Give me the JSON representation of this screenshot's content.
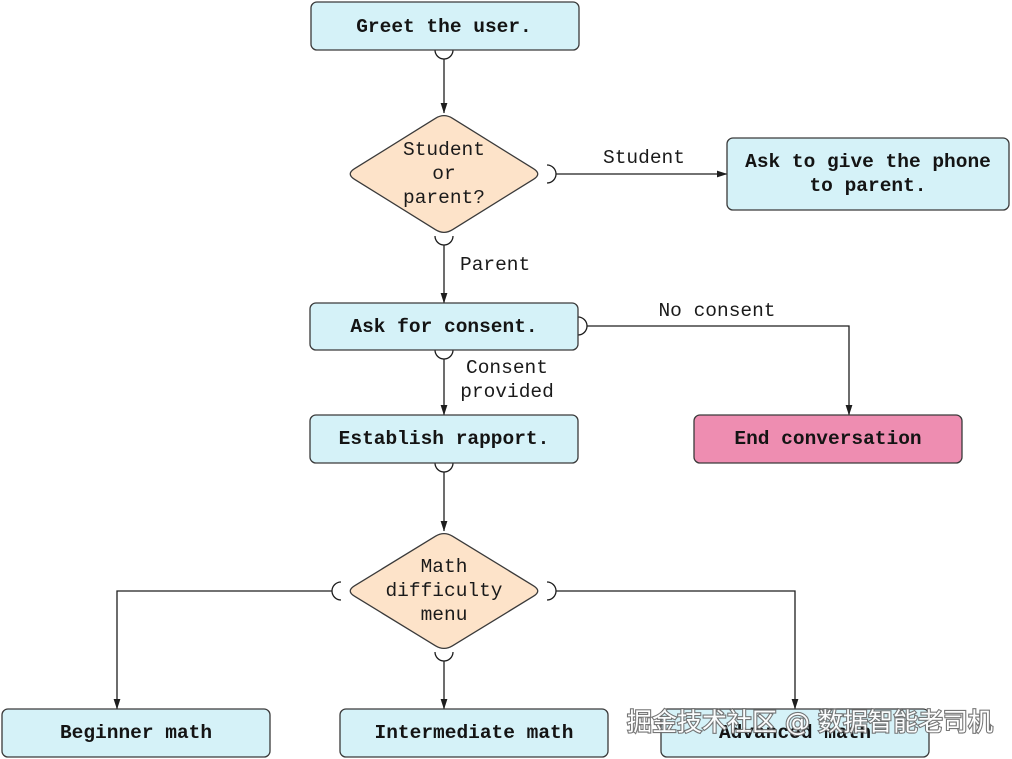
{
  "diagram": {
    "nodes": {
      "greet": {
        "label": "Greet the user."
      },
      "student_or_parent": {
        "lines": [
          "Student",
          "or",
          "parent?"
        ]
      },
      "give_phone": {
        "lines": [
          "Ask to give the phone",
          "to parent."
        ]
      },
      "consent": {
        "label": "Ask for consent."
      },
      "rapport": {
        "label": "Establish rapport."
      },
      "end": {
        "label": "End conversation"
      },
      "math_menu": {
        "lines": [
          "Math",
          "difficulty",
          "menu"
        ]
      },
      "beginner": {
        "label": "Beginner math"
      },
      "intermediate": {
        "label": "Intermediate math"
      },
      "advanced": {
        "label": "Advanced math"
      }
    },
    "edges": {
      "student": "Student",
      "parent": "Parent",
      "no_consent": "No consent",
      "consent_provided": [
        "Consent",
        "provided"
      ]
    }
  },
  "colors": {
    "process_fill": "#d5f2f8",
    "decision_fill": "#fde3c9",
    "end_fill": "#ee8db1"
  },
  "watermark": "掘金技术社区 @ 数据智能老司机"
}
